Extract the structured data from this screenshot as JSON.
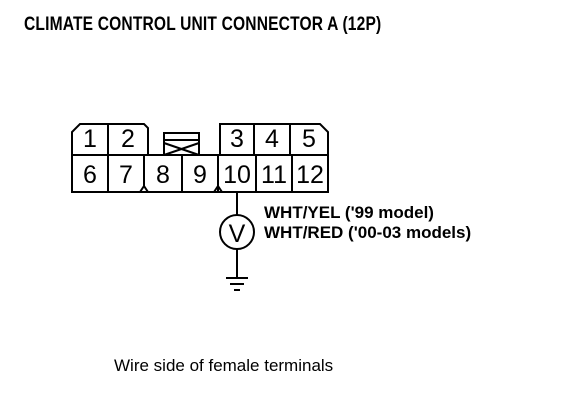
{
  "title": "CLIMATE CONTROL UNIT CONNECTOR A (12P)",
  "connector": {
    "top_row_pins": [
      "1",
      "2",
      "3",
      "4",
      "5"
    ],
    "bottom_row_pins": [
      "6",
      "7",
      "8",
      "9",
      "10",
      "11",
      "12"
    ]
  },
  "wires": [
    {
      "pin": "10",
      "label": "WHT/YEL ('99 model)"
    },
    {
      "pin": "10",
      "label": "WHT/RED ('00-03 models)"
    }
  ],
  "meter_symbol": "V",
  "caption": "Wire side of female terminals",
  "icons": [
    "voltmeter-icon",
    "ground-icon",
    "connector-lock-tab-icon"
  ]
}
